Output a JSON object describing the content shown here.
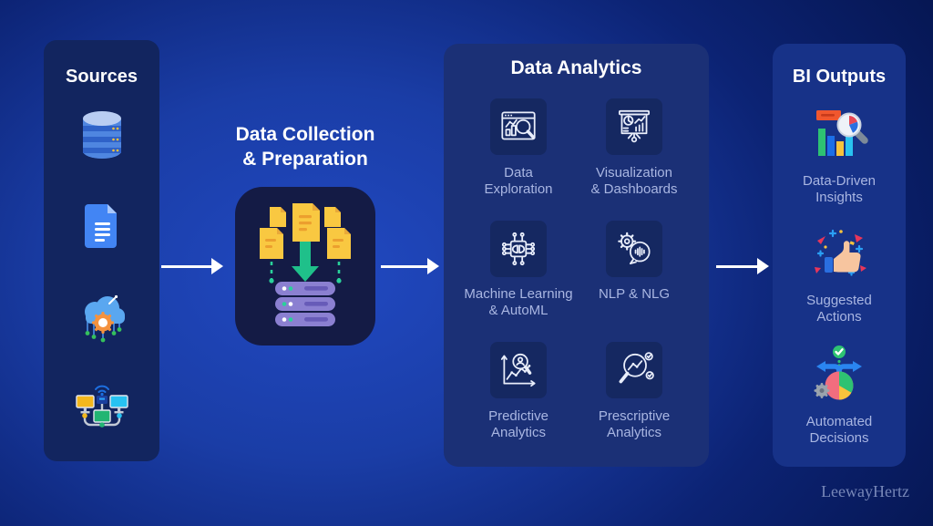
{
  "sources": {
    "title": "Sources",
    "items": [
      {
        "icon": "database-icon"
      },
      {
        "icon": "document-icon"
      },
      {
        "icon": "cloud-computing-icon"
      },
      {
        "icon": "connected-devices-icon"
      }
    ]
  },
  "collection": {
    "title_line1": "Data Collection",
    "title_line2": "& Preparation",
    "icon": "files-to-server-icon"
  },
  "analytics": {
    "title": "Data Analytics",
    "items": [
      {
        "line1": "Data",
        "line2": "Exploration",
        "icon": "data-exploration-icon"
      },
      {
        "line1": "Visualization",
        "line2": "& Dashboards",
        "icon": "visualization-dashboards-icon"
      },
      {
        "line1": "Machine Learning",
        "line2": "& AutoML",
        "icon": "machine-learning-icon"
      },
      {
        "line1": "NLP & NLG",
        "line2": "",
        "icon": "nlp-nlg-icon"
      },
      {
        "line1": "Predictive",
        "line2": "Analytics",
        "icon": "predictive-analytics-icon"
      },
      {
        "line1": "Prescriptive",
        "line2": "Analytics",
        "icon": "prescriptive-analytics-icon"
      }
    ]
  },
  "bi_outputs": {
    "title": "BI Outputs",
    "items": [
      {
        "line1": "Data-Driven",
        "line2": "Insights",
        "icon": "data-driven-insights-icon"
      },
      {
        "line1": "Suggested",
        "line2": "Actions",
        "icon": "suggested-actions-icon"
      },
      {
        "line1": "Automated",
        "line2": "Decisions",
        "icon": "automated-decisions-icon"
      }
    ]
  },
  "watermark": "LeewayHertz",
  "colors": {
    "background_center": "#2149c2",
    "background_edge": "#05154f",
    "panel_sources": "#12255f",
    "panel_analytics": "#1b3076",
    "panel_bi": "#173288",
    "icon_tile": "#152861",
    "collection_box": "#141b45",
    "title_text": "#ffffff",
    "label_text": "#a9b6e2",
    "arrow": "#ffffff",
    "accent_green": "#2ec272",
    "accent_yellow": "#f8c33c",
    "accent_orange": "#f0572e",
    "accent_purple": "#8b80d1",
    "accent_blue": "#2a85f0"
  }
}
